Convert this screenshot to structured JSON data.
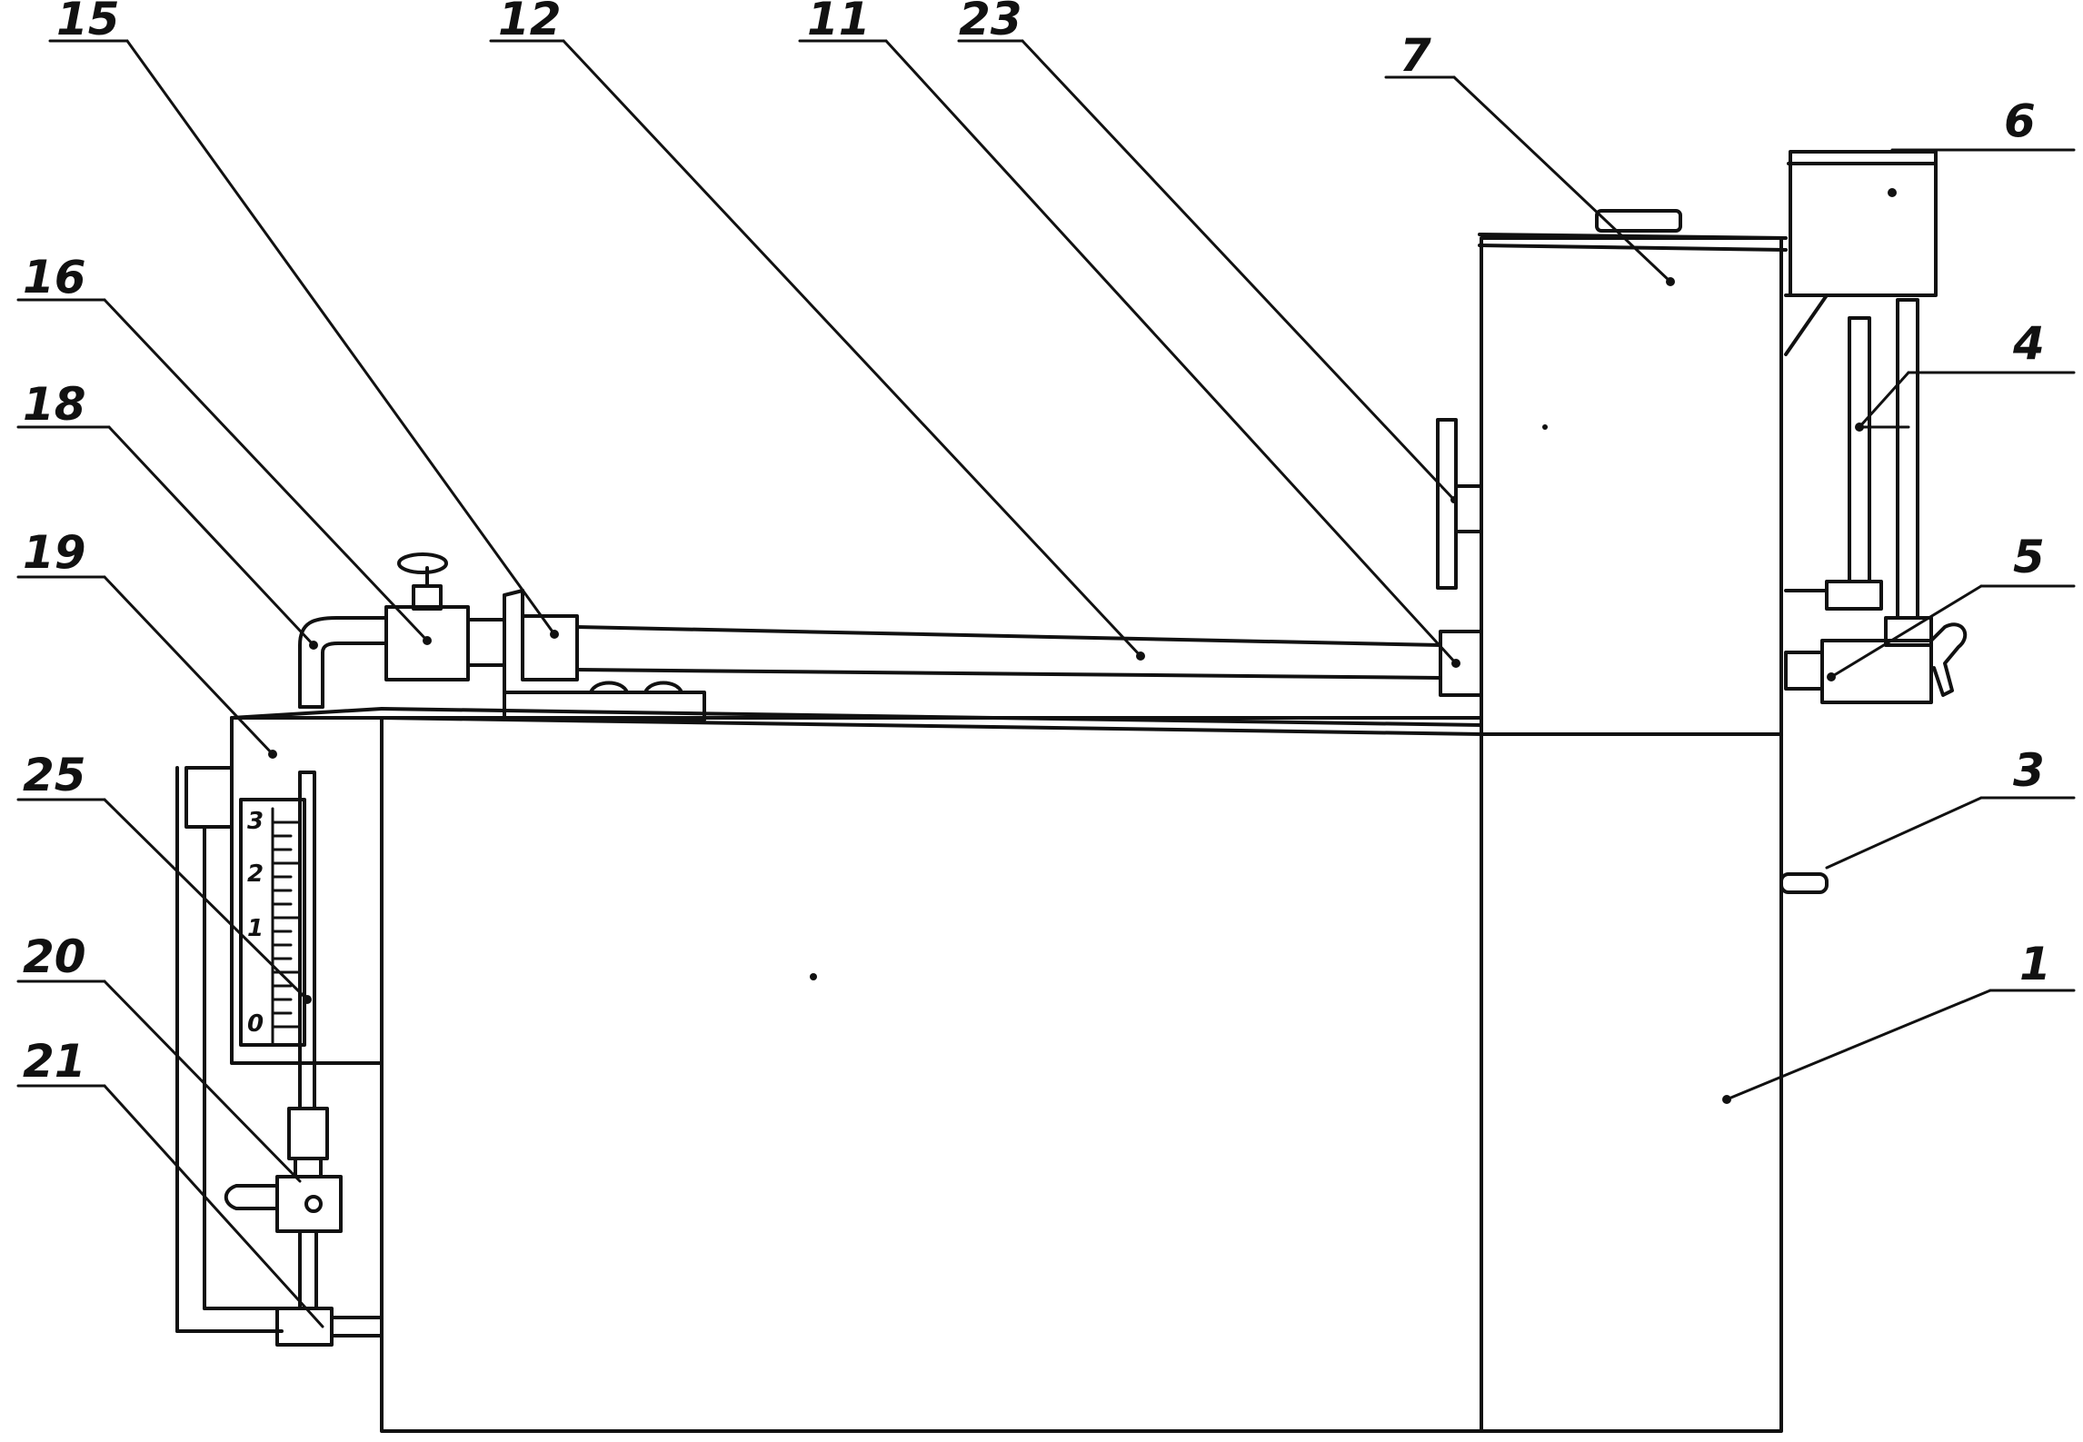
{
  "labels": {
    "l15": "15",
    "l12": "12",
    "l11": "11",
    "l23": "23",
    "l7": "7",
    "l6": "6",
    "l16": "16",
    "l18": "18",
    "l19": "19",
    "l4": "4",
    "l5": "5",
    "l25": "25",
    "l3": "3",
    "l20": "20",
    "l1": "1",
    "l21": "21"
  },
  "scale": {
    "s3": "3",
    "s2": "2",
    "s1": "1",
    "s0": "0"
  }
}
